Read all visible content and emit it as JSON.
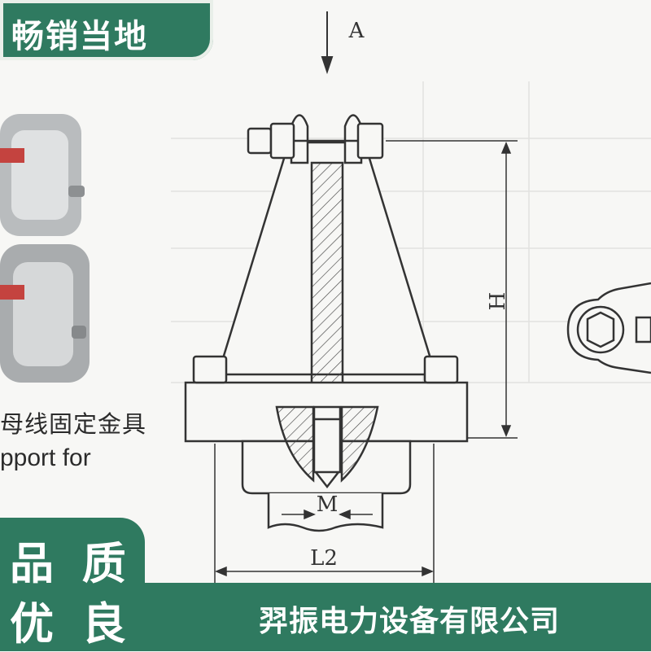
{
  "top_badge": {
    "text": "畅销当地"
  },
  "quality_badge": {
    "line1": "品 质",
    "line2": "优 良"
  },
  "company": {
    "name": "羿振电力设备有限公司"
  },
  "photo_caption": {
    "cn": "母线固定金具",
    "en": "pport for"
  },
  "drawing": {
    "labels": {
      "arrow": "A",
      "height": "H",
      "bolt": "M",
      "width": "L2"
    }
  },
  "colors": {
    "accent": "#2f7a60",
    "background": "#f7f7f5",
    "line": "#333333"
  }
}
